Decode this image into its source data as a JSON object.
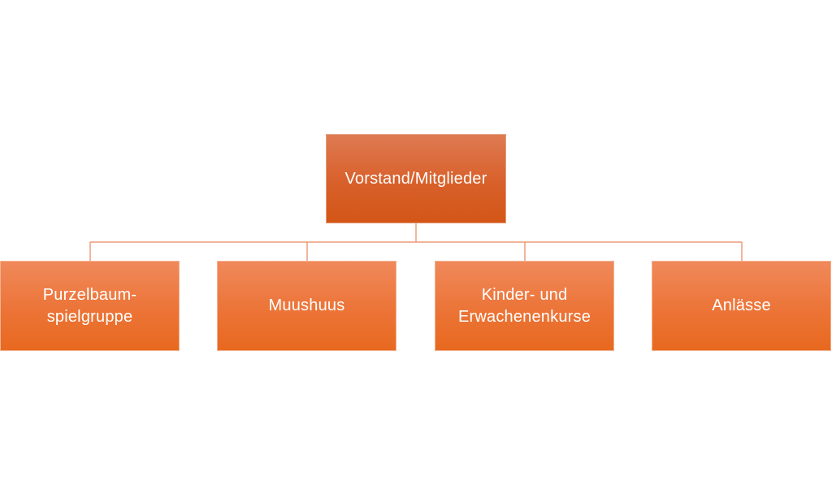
{
  "colors": {
    "root_fill": "#d8602a",
    "child_fill": "#ec7437",
    "connector": "#e8865a",
    "text": "#ffffff"
  },
  "diagram": {
    "root": {
      "label": "Vorstand/Mitglieder"
    },
    "children": [
      {
        "label": "Purzelbaum-\nspielgruppe"
      },
      {
        "label": "Muushuus"
      },
      {
        "label": "Kinder- und\nErwachenenkurse"
      },
      {
        "label": "Anlässe"
      }
    ]
  }
}
